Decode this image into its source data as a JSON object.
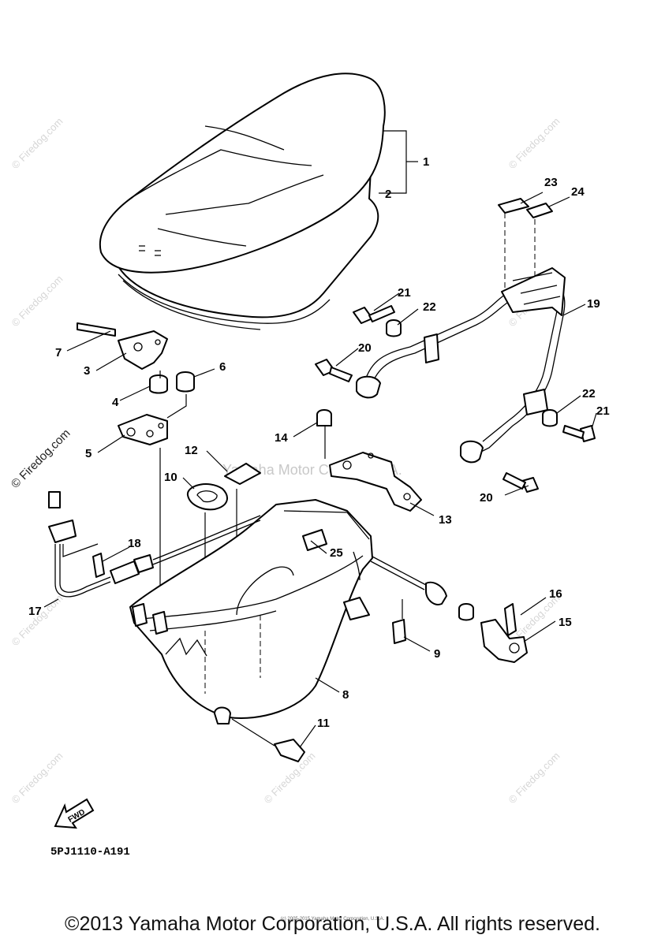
{
  "diagram": {
    "callouts": [
      "1",
      "2",
      "3",
      "4",
      "5",
      "6",
      "7",
      "8",
      "9",
      "10",
      "11",
      "12",
      "13",
      "14",
      "15",
      "16",
      "17",
      "18",
      "19",
      "20",
      "20",
      "21",
      "21",
      "22",
      "22",
      "23",
      "24",
      "25"
    ],
    "part_code": "5PJ1110-A191",
    "fwd_label": "FWD",
    "center_watermark": "Yamaha Motor Corp., U.S.A.",
    "watermark": "© Firedog.com"
  },
  "footer": {
    "copyright": "©2013 Yamaha Motor Corporation, U.S.A. All rights reserved.",
    "small_print": "(c) 2005-2015 Yamaha Motor Corporation, U.S.A."
  }
}
